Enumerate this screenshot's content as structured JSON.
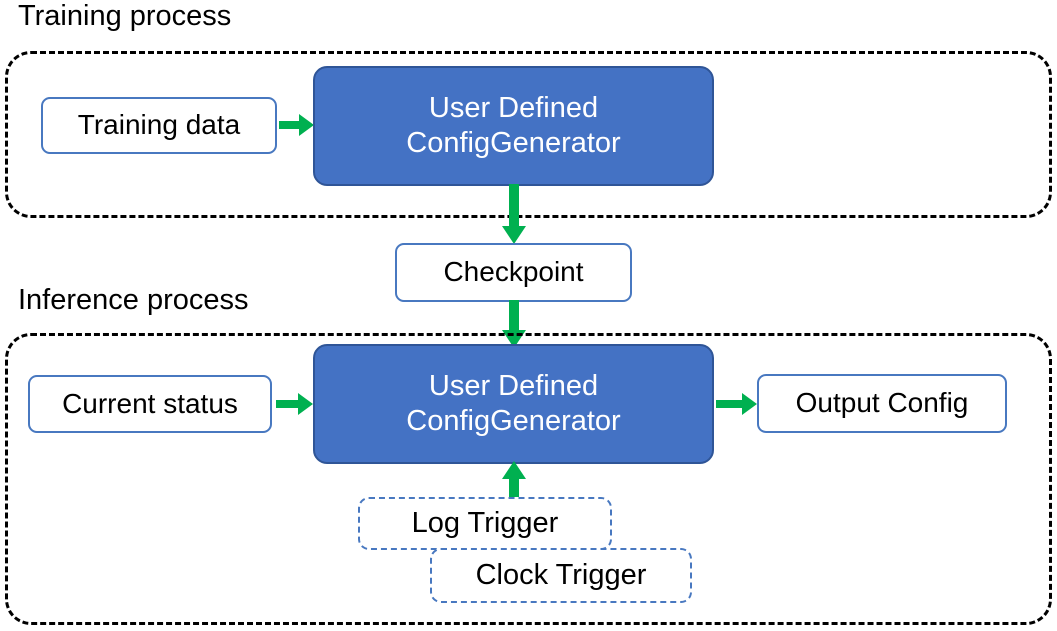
{
  "diagram": {
    "title_training": "Training process",
    "title_inference": "Inference process",
    "colors": {
      "primary_fill": "#4472C4",
      "primary_stroke": "#2F5597",
      "node_stroke": "#4878C0",
      "arrow_green": "#00B050",
      "group_stroke": "#000000",
      "text_dark": "#000000",
      "text_light": "#FFFFFF"
    },
    "groups": [
      {
        "id": "training-group",
        "label": "Training process"
      },
      {
        "id": "inference-group",
        "label": "Inference process"
      }
    ],
    "nodes": {
      "training_data": "Training data",
      "training_generator": "User Defined\nConfigGenerator",
      "training_generator_line1": "User Defined",
      "training_generator_line2": "ConfigGenerator",
      "checkpoint": "Checkpoint",
      "current_status": "Current status",
      "inference_generator_line1": "User Defined",
      "inference_generator_line2": "ConfigGenerator",
      "output_config": "Output Config",
      "log_trigger": "Log Trigger",
      "clock_trigger": "Clock Trigger"
    },
    "edges": [
      {
        "id": "edge-training-data-to-generator",
        "from": "Training data",
        "to": "User Defined ConfigGenerator",
        "direction": "right"
      },
      {
        "id": "edge-generator-to-checkpoint",
        "from": "User Defined ConfigGenerator",
        "to": "Checkpoint",
        "direction": "down"
      },
      {
        "id": "edge-checkpoint-to-inference-generator",
        "from": "Checkpoint",
        "to": "User Defined ConfigGenerator",
        "direction": "down"
      },
      {
        "id": "edge-current-status-to-generator",
        "from": "Current status",
        "to": "User Defined ConfigGenerator",
        "direction": "right"
      },
      {
        "id": "edge-generator-to-output-config",
        "from": "User Defined ConfigGenerator",
        "to": "Output Config",
        "direction": "right"
      },
      {
        "id": "edge-triggers-to-generator",
        "from": "Log Trigger / Clock Trigger",
        "to": "User Defined ConfigGenerator",
        "direction": "up"
      }
    ]
  }
}
